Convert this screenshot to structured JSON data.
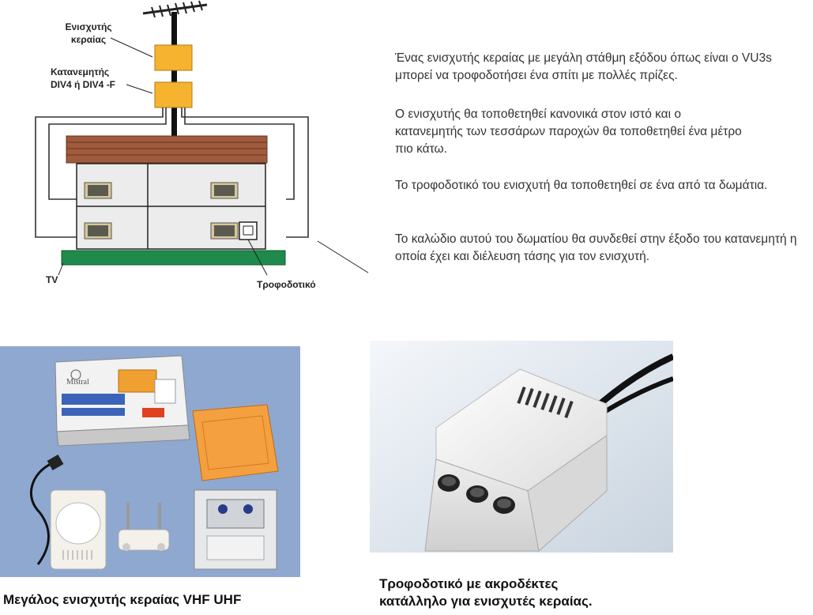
{
  "diagram": {
    "label_amplifier_line1": "Ενισχυτής",
    "label_amplifier_line2": "κεραίας",
    "label_splitter_line1": "Κατανεμητής",
    "label_splitter_line2": "DIV4 ή DIV4 -F",
    "label_tv": "TV",
    "label_psu": "Τροφοδοτικό"
  },
  "text": {
    "p1": "Ένας ενισχυτής κεραίας με μεγάλη στάθμη εξόδου όπως είναι ο VU3s μπορεί να τροφοδοτήσει ένα σπίτι με πολλές πρίζες.",
    "p2": "Ο ενισχυτής θα τοποθετηθεί κανονικά στον ιστό και ο κατανεμητής των τεσσάρων παροχών θα τοποθετηθεί ένα μέτρο πιο κάτω.",
    "p3": "Το τροφοδοτικό του ενισχυτή θα τοποθετηθεί σε ένα από τα δωμάτια.",
    "p4": "Το καλώδιο αυτού του δωματίου θα συνδεθεί στην έξοδο του κατανεμητή η οποία έχει και διέλευση τάσης για τον ενισχυτή."
  },
  "photos": {
    "box_brand": "Mistral",
    "caption_left": "Μεγάλος ενισχυτής κεραίας  VHF  UHF",
    "caption_right_line1": "Τροφοδοτικό με ακροδέκτες",
    "caption_right_line2": "κατάλληλο για  ενισχυτές κεραίας."
  },
  "colors": {
    "amplifier": "#f5b330",
    "roof": "#a05a3c",
    "wall": "#ececec",
    "ground": "#1f8a4c",
    "window_frame": "#d6c89a",
    "photo_bg_left": "#8ea8d0",
    "photo_bg_right": "#dde6ef"
  }
}
